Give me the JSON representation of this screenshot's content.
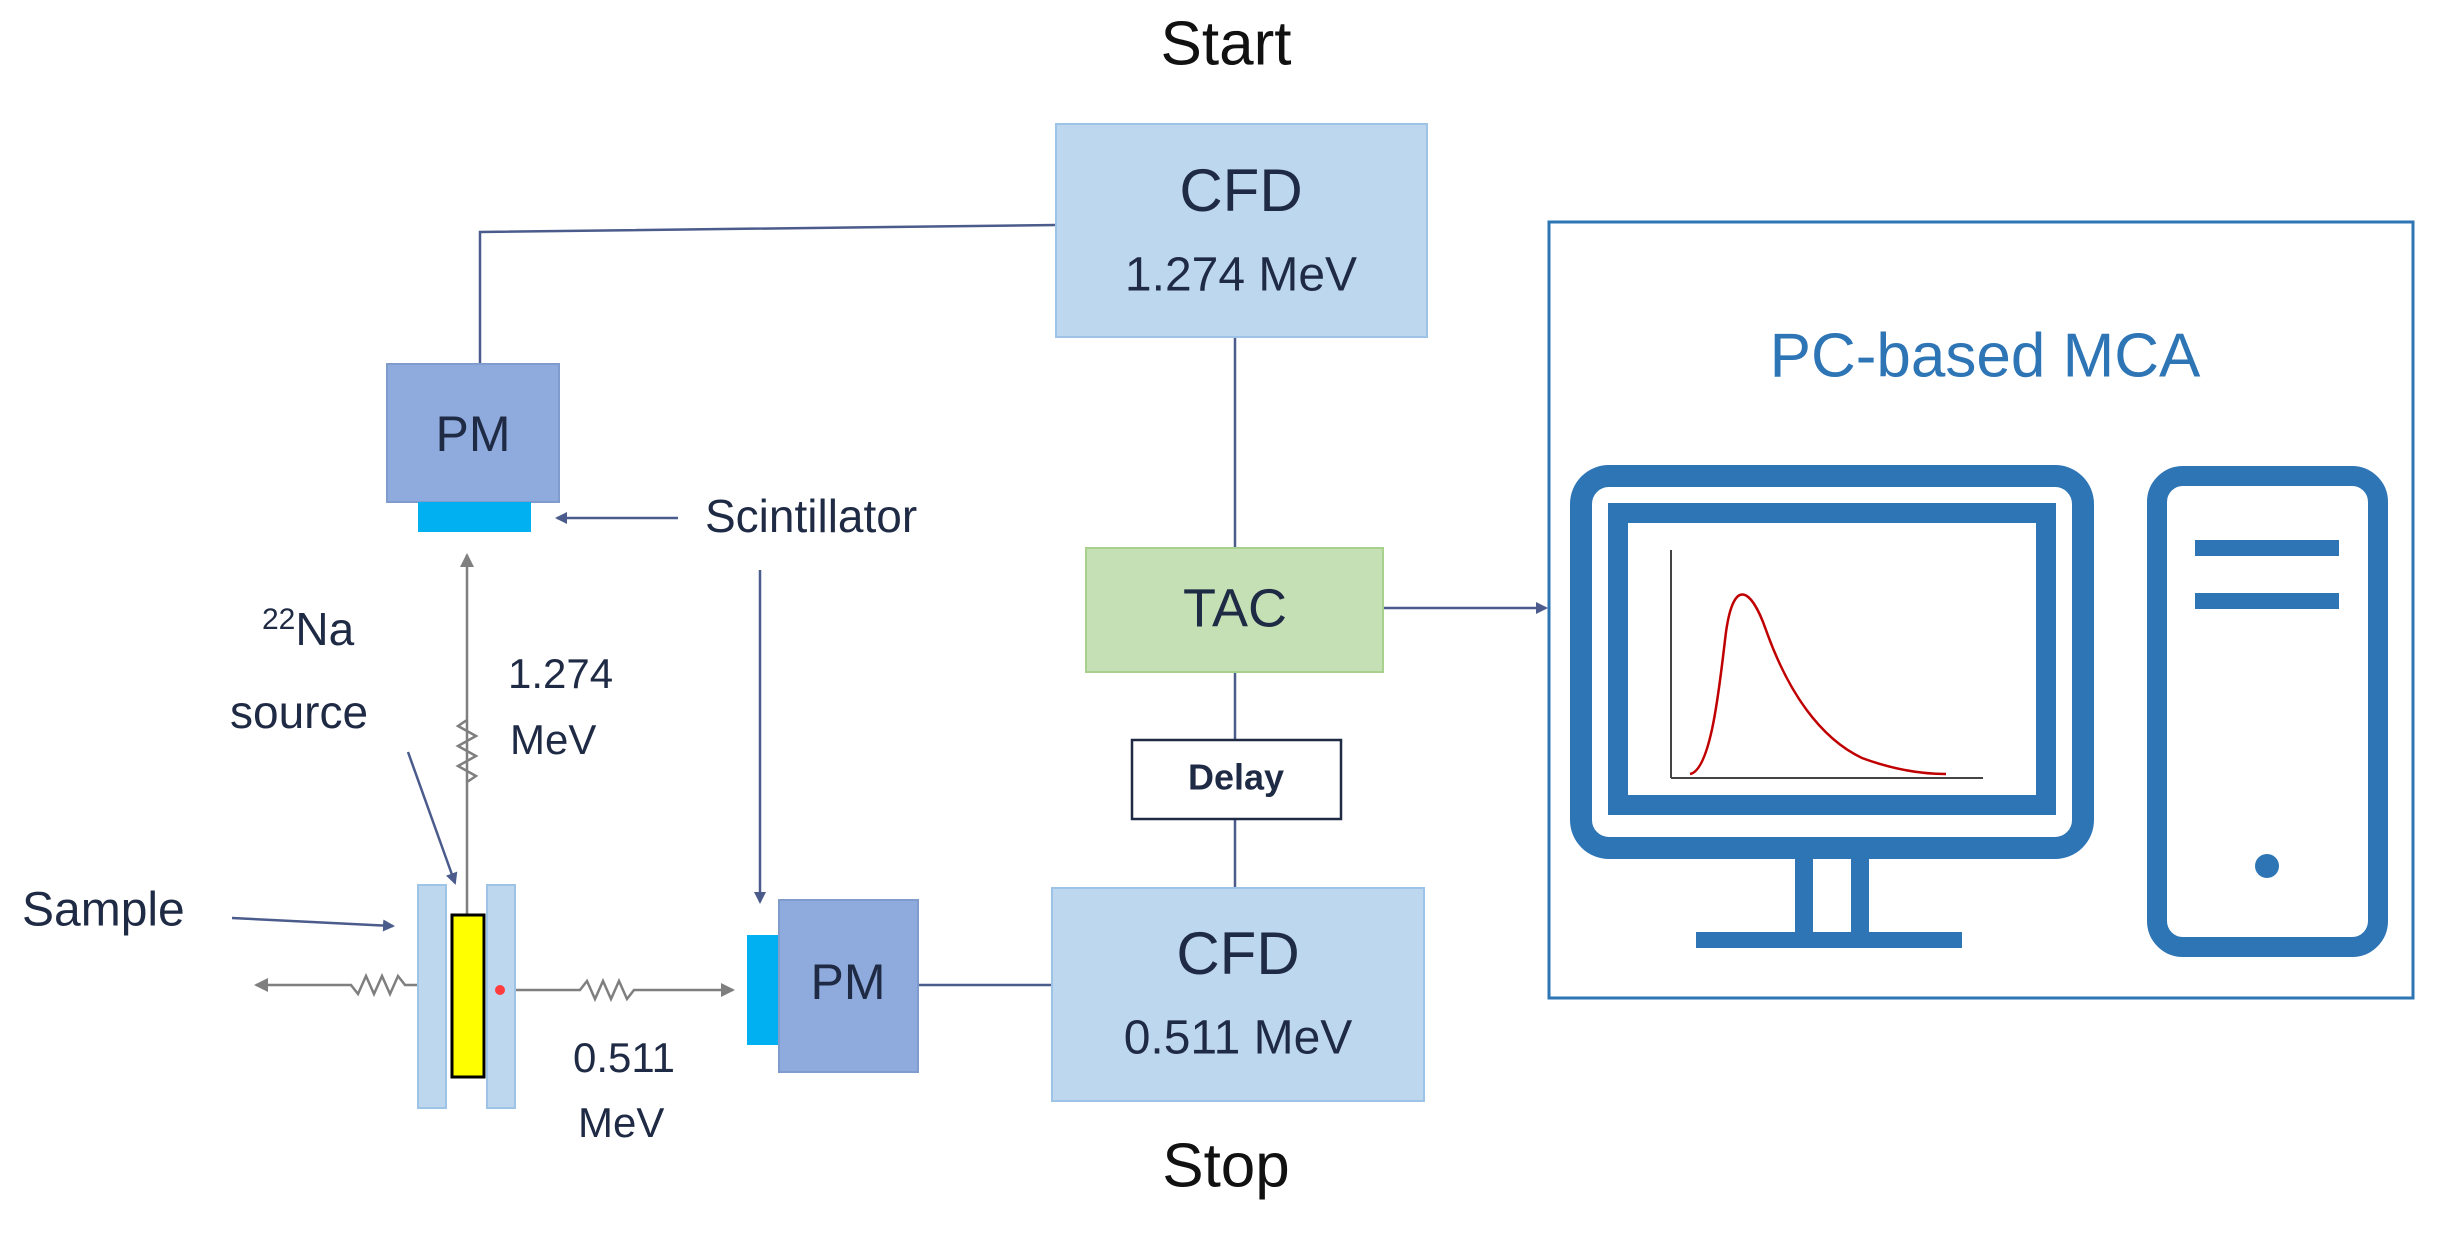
{
  "start_label": "Start",
  "stop_label": "Stop",
  "cfd_start": {
    "title": "CFD",
    "energy": "1.274 MeV"
  },
  "cfd_stop": {
    "title": "CFD",
    "energy": "0.511 MeV"
  },
  "tac_label": "TAC",
  "delay_label": "Delay",
  "pm_top_label": "PM",
  "pm_bottom_label": "PM",
  "scintillator_label": "Scintillator",
  "source_label": {
    "mass_number": "22",
    "element": "Na",
    "line2": "source"
  },
  "sample_label": "Sample",
  "gamma_1274": {
    "line1": "1.274",
    "line2": "MeV"
  },
  "gamma_511": {
    "line1": "0.511",
    "line2": "MeV"
  },
  "mca_title": "PC-based MCA",
  "colors": {
    "cfd_fill": "#bdd7ee",
    "cfd_stroke": "#9dc3e6",
    "tac_fill": "#c5e0b4",
    "pm_fill": "#8faadc",
    "scintillator": "#00b0f0",
    "source_fill": "#ffff00",
    "mca_accent": "#2e75b6",
    "spectrum_line": "#c00000",
    "connector": "#4a5b8c"
  }
}
